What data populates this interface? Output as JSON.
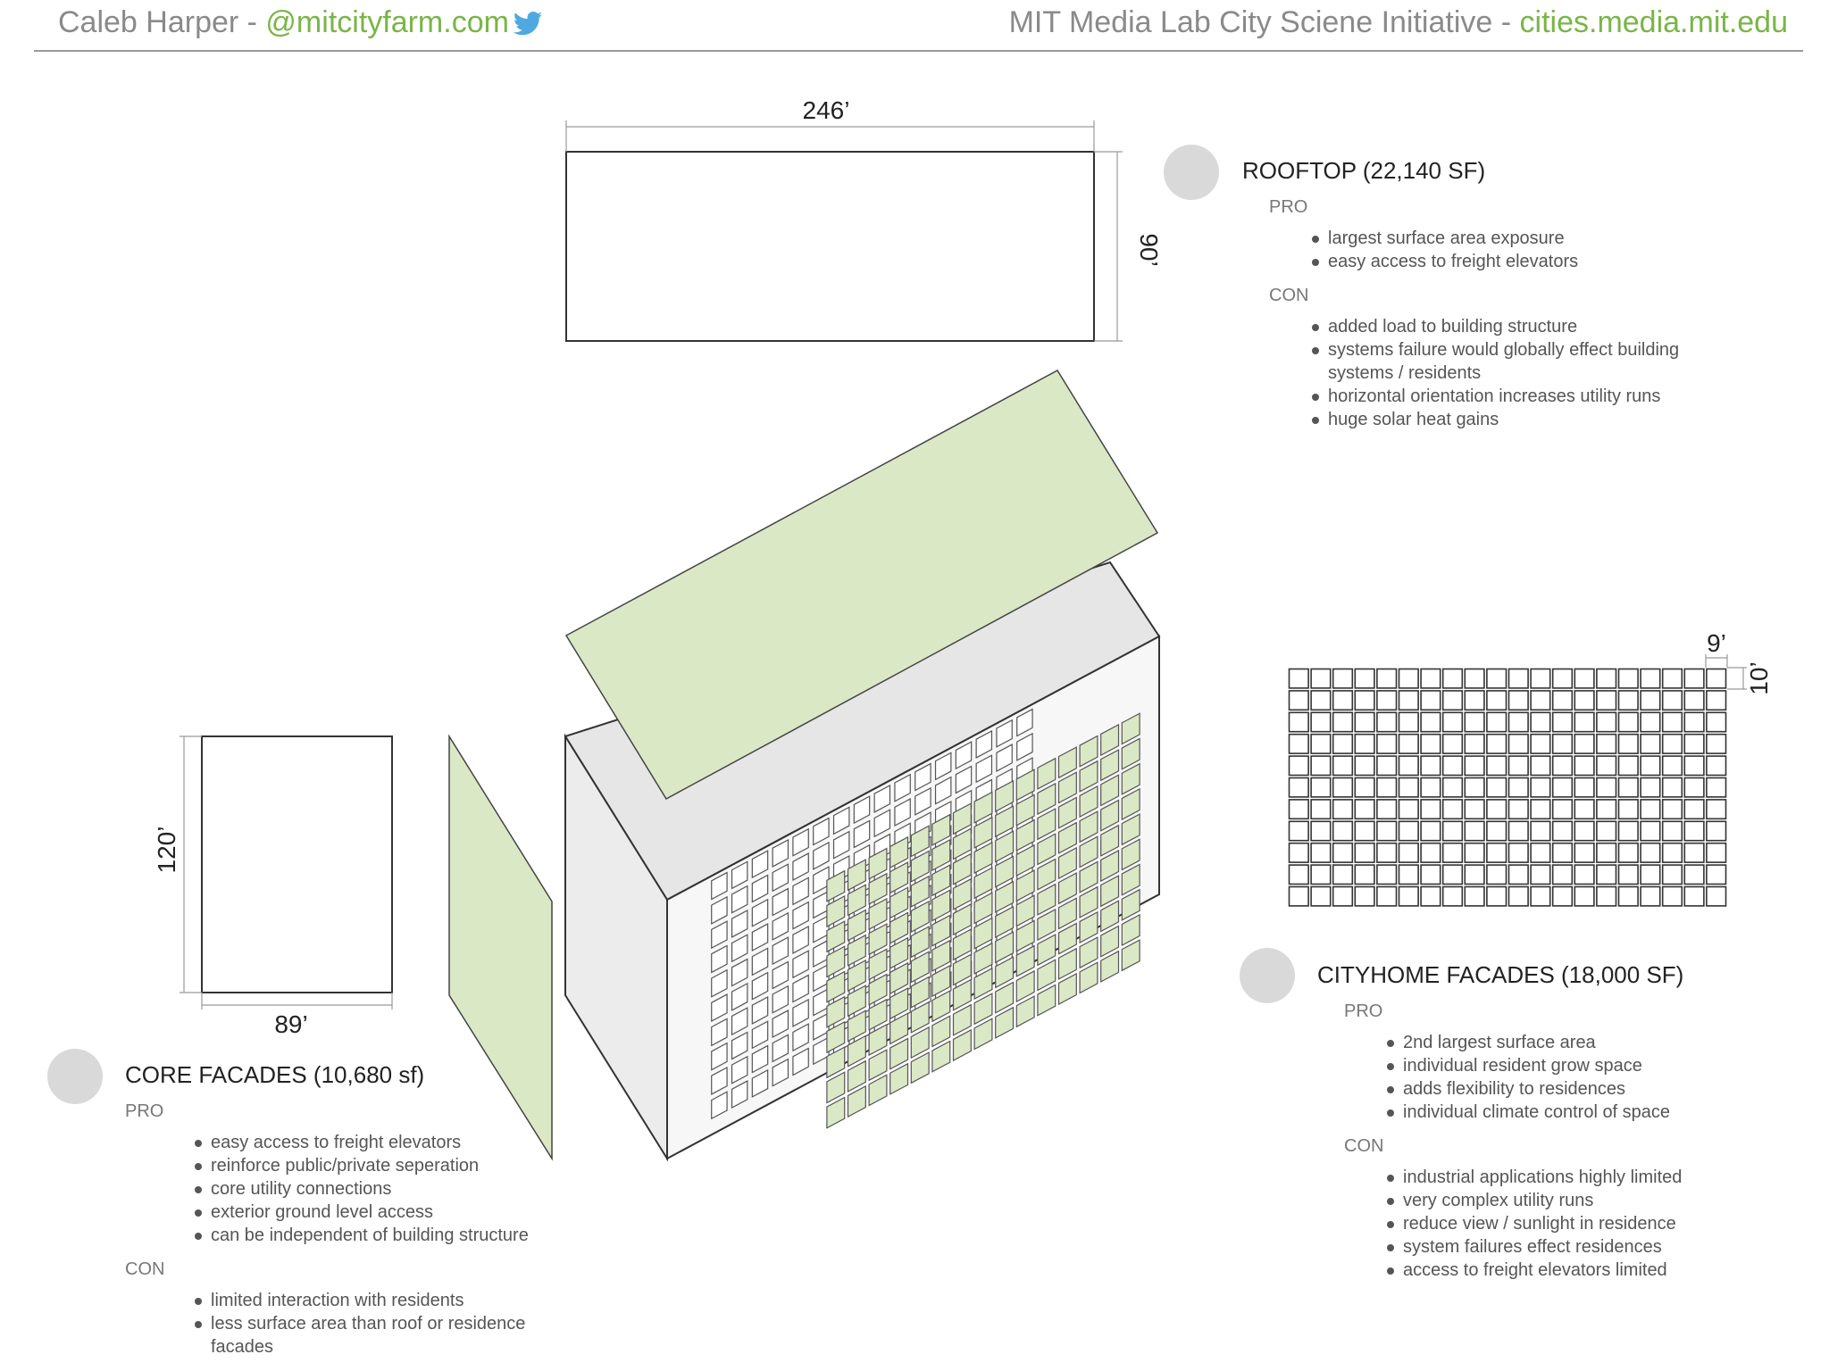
{
  "header": {
    "left_name": "Caleb Harper - ",
    "left_handle": "@mitcityfarm.com",
    "right_org": "MIT Media Lab City Sciene Initiative - ",
    "right_url": "cities.media.mit.edu"
  },
  "dimensions": {
    "rooftop_width": "246’",
    "rooftop_depth": "90’",
    "core_height": "120’",
    "core_width": "89’",
    "cell_width": "9’",
    "cell_height": "10’"
  },
  "rooftop": {
    "title": "ROOFTOP (22,140 SF)",
    "pro_label": "PRO",
    "pros": [
      "largest surface area exposure",
      "easy access to freight elevators"
    ],
    "con_label": "CON",
    "cons": [
      "added load to building structure",
      "systems failure would globally effect building systems / residents",
      "horizontal orientation increases utility runs",
      "huge solar heat gains"
    ]
  },
  "core": {
    "title": "CORE FACADES (10,680 sf)",
    "pro_label": "PRO",
    "pros": [
      "easy access to freight elevators",
      "reinforce public/private seperation",
      "core utility connections",
      "exterior ground level access",
      "can be independent of building structure"
    ],
    "con_label": "CON",
    "cons": [
      "limited interaction with residents",
      "less surface area than roof or residence facades"
    ]
  },
  "cityhome": {
    "title": "CITYHOME FACADES (18,000 SF)",
    "pro_label": "PRO",
    "pros": [
      "2nd largest surface area",
      "individual resident grow space",
      "adds flexibility to residences",
      "individual climate control of space"
    ],
    "con_label": "CON",
    "cons": [
      "industrial applications highly limited",
      "very complex utility runs",
      "reduce view / sunlight in residence",
      "system failures effect residences",
      "access to freight elevators limited"
    ]
  },
  "colors": {
    "green_fill": "#dbe8c6",
    "green_text": "#7ab547",
    "twitter": "#4fa9e0",
    "marker": "#d9d9d9"
  }
}
